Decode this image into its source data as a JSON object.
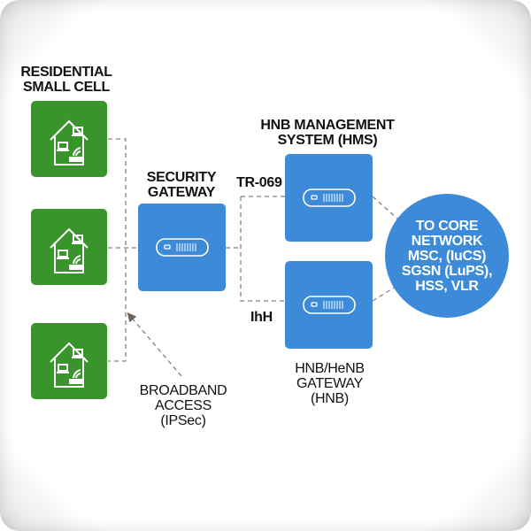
{
  "diagram": {
    "residential_title": [
      "RESIDENTIAL",
      "SMALL CELL"
    ],
    "security_gateway_title": [
      "SECURITY",
      "GATEWAY"
    ],
    "hms_title": [
      "HNB MANAGEMENT",
      "SYSTEM (HMS)"
    ],
    "hnb_gateway_title": [
      "HNB/HeNB",
      "GATEWAY",
      "(HNB)"
    ],
    "broadband_label": [
      "BROADBAND",
      "ACCESS",
      "(IPSec)"
    ],
    "tr069_label": "TR-069",
    "ihh_label": "IhH",
    "core_network": [
      "TO CORE",
      "NETWORK",
      "MSC, (IuCS)",
      "SGSN (LuPS),",
      "HSS, VLR"
    ],
    "small_cells": [
      {
        "icon": "house-wifi-icon"
      },
      {
        "icon": "house-wifi-icon"
      },
      {
        "icon": "house-wifi-icon"
      }
    ],
    "colors": {
      "green": "#3a942c",
      "blue": "#3d8bd8",
      "connector": "#7a6e62"
    }
  }
}
